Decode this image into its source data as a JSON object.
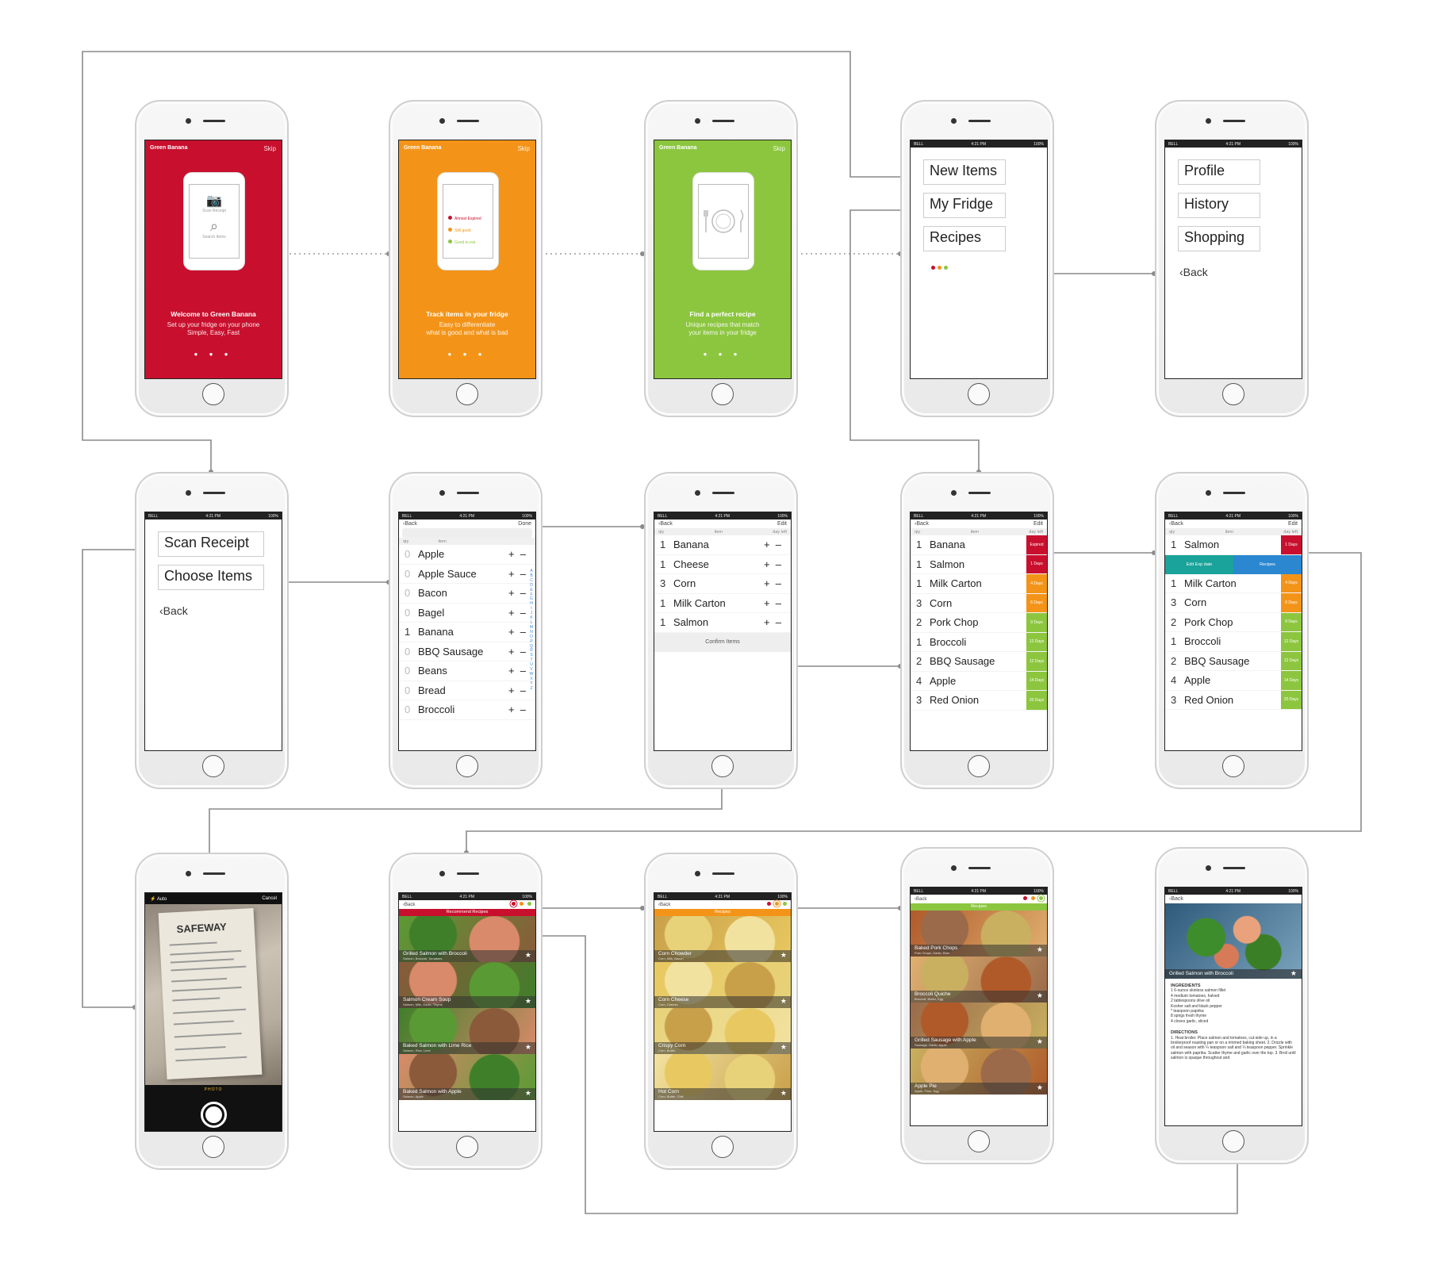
{
  "colors": {
    "red": "#c8102e",
    "orange": "#f39419",
    "green": "#8cc63f",
    "blue": "#2a87d0",
    "teal": "#1aa39a",
    "wire": "#8a8a8a"
  },
  "onboarding": [
    {
      "brand": "Green Banana",
      "skip": "Skip",
      "title": "Welcome to Green Banana",
      "sub1": "Set up your fridge on your phone",
      "sub2": "Simple, Easy, Fast",
      "mini": [
        "Scan Receipt",
        "Search Items"
      ]
    },
    {
      "brand": "Green Banana",
      "skip": "Skip",
      "title": "Track items in your fridge",
      "sub1": "Easy to differentiate",
      "sub2": "what is good and what is bad",
      "mini": [
        "Almost Expired",
        "Still good",
        "Good to eat"
      ]
    },
    {
      "brand": "Green Banana",
      "skip": "Skip",
      "title": "Find a perfect recipe",
      "sub1": "Unique recipes that match",
      "sub2": "your items in your fridge",
      "mini": []
    }
  ],
  "status": {
    "carrier": "BELL",
    "time": "4:21 PM",
    "battery": "100%"
  },
  "main_menu": {
    "items": [
      "New Items",
      "My Fridge",
      "Recipes"
    ]
  },
  "profile_menu": {
    "items": [
      "Profile",
      "History",
      "Shopping"
    ],
    "back": "Back"
  },
  "add_menu": {
    "items": [
      "Scan Receipt",
      "Choose Items"
    ],
    "back": "Back"
  },
  "choose_items": {
    "back": "Back",
    "done": "Done",
    "col_qty": "qty",
    "col_item": "item",
    "rows": [
      {
        "q": "0",
        "n": "Apple"
      },
      {
        "q": "0",
        "n": "Apple Sauce"
      },
      {
        "q": "0",
        "n": "Bacon"
      },
      {
        "q": "0",
        "n": "Bagel"
      },
      {
        "q": "1",
        "n": "Banana"
      },
      {
        "q": "0",
        "n": "BBQ Sausage"
      },
      {
        "q": "0",
        "n": "Beans"
      },
      {
        "q": "0",
        "n": "Bread"
      },
      {
        "q": "0",
        "n": "Broccoli"
      }
    ],
    "alphabet": "ABCDEFGHIJKLMNOPQRSTUVWXYZ"
  },
  "confirm_items": {
    "back": "Back",
    "edit": "Edit",
    "col_qty": "qty",
    "col_item": "item",
    "col_days": "day left",
    "confirm": "Confirm Items",
    "rows": [
      {
        "q": "1",
        "n": "Banana"
      },
      {
        "q": "1",
        "n": "Cheese"
      },
      {
        "q": "3",
        "n": "Corn"
      },
      {
        "q": "1",
        "n": "Milk Carton"
      },
      {
        "q": "1",
        "n": "Salmon"
      }
    ]
  },
  "my_fridge": {
    "back": "Back",
    "edit": "Edit",
    "col_qty": "qty",
    "col_item": "item",
    "col_days": "day left",
    "rows": [
      {
        "q": "1",
        "n": "Banana",
        "d": "Expired",
        "c": "red"
      },
      {
        "q": "1",
        "n": "Salmon",
        "d": "1 Days",
        "c": "red"
      },
      {
        "q": "1",
        "n": "Milk Carton",
        "d": "4 Days",
        "c": "orange"
      },
      {
        "q": "3",
        "n": "Corn",
        "d": "6 Days",
        "c": "orange"
      },
      {
        "q": "2",
        "n": "Pork Chop",
        "d": "9 Days",
        "c": "green"
      },
      {
        "q": "1",
        "n": "Broccoli",
        "d": "12 Days",
        "c": "green"
      },
      {
        "q": "2",
        "n": "BBQ Sausage",
        "d": "12 Days",
        "c": "green"
      },
      {
        "q": "4",
        "n": "Apple",
        "d": "14 Days",
        "c": "green"
      },
      {
        "q": "3",
        "n": "Red Onion",
        "d": "20 Days",
        "c": "green"
      }
    ]
  },
  "fridge_swipe": {
    "back": "Back",
    "edit": "Edit",
    "col_qty": "qty",
    "col_item": "item",
    "col_days": "day left",
    "first": {
      "q": "1",
      "n": "Salmon",
      "d": "1 Days"
    },
    "actions": [
      "Edit Exp date",
      "Recipes"
    ],
    "rows": [
      {
        "q": "1",
        "n": "Milk Carton",
        "d": "4 Days",
        "c": "orange"
      },
      {
        "q": "3",
        "n": "Corn",
        "d": "6 Days",
        "c": "orange"
      },
      {
        "q": "2",
        "n": "Pork Chop",
        "d": "9 Days",
        "c": "green"
      },
      {
        "q": "1",
        "n": "Broccoli",
        "d": "12 Days",
        "c": "green"
      },
      {
        "q": "2",
        "n": "BBQ Sausage",
        "d": "12 Days",
        "c": "green"
      },
      {
        "q": "4",
        "n": "Apple",
        "d": "14 Days",
        "c": "green"
      },
      {
        "q": "3",
        "n": "Red Onion",
        "d": "20 Days",
        "c": "green"
      }
    ]
  },
  "camera": {
    "flash": "Auto",
    "cancel": "Cancel",
    "store": "SAFEWAY",
    "mode": "PHOTO"
  },
  "recipes": [
    {
      "back": "Back",
      "tab": "Recommend Recipes",
      "color": "red",
      "cards": [
        {
          "t": "Grilled Salmon with Broccoli",
          "s": "Salmon, Broccoli, Tomatoes"
        },
        {
          "t": "Salmon Cream Soup",
          "s": "Salmon, Milk, Garlic, Thyme"
        },
        {
          "t": "Baked Salmon with Lime Rice",
          "s": "Salmon, Rice, Lime"
        },
        {
          "t": "Baked Salmon with Apple",
          "s": "Salmon, Apple"
        }
      ]
    },
    {
      "back": "Back",
      "tab": "Recipes",
      "color": "orange",
      "cards": [
        {
          "t": "Corn Chowder",
          "s": "Corn, Milk, Bacon"
        },
        {
          "t": "Corn Cheese",
          "s": "Corn, Cheese"
        },
        {
          "t": "Crispy Corn",
          "s": "Corn, Butter"
        },
        {
          "t": "Hot Corn",
          "s": "Corn, Butter, Chili"
        }
      ]
    },
    {
      "back": "Back",
      "tab": "Recipes",
      "color": "green",
      "cards": [
        {
          "t": "Baked Pork Chops",
          "s": "Pork Chops, Garlic, Rice"
        },
        {
          "t": "Broccoli Quiche",
          "s": "Broccoli, Butter, Egg"
        },
        {
          "t": "Grilled Sausage with Apple",
          "s": "Sausage, Garlic, Apple"
        },
        {
          "t": "Apple Pie",
          "s": "Apple, Flour, Egg"
        }
      ]
    }
  ],
  "recipe_detail": {
    "back": "Back",
    "title": "Grilled Salmon with Broccoli",
    "ingredients_h": "INGREDIENTS",
    "ingredients": [
      "1  6-ounce skinless salmon fillet",
      "4  medium tomatoes, halved",
      "2  tablespoons olive oil",
      "   Kosher salt and black pepper",
      "*  teaspoon paprika",
      "8  sprigs fresh thyme",
      "4  cloves garlic, sliced"
    ],
    "directions_h": "DIRECTIONS",
    "directions": "1. Heat broiler. Place salmon and tomatoes, cut-side up, in a broilerproof roasting pan or on a rimmed baking sheet. 2. Drizzle with oil and season with ¼ teaspoon salt and ¼ teaspoon pepper. Sprinkle salmon with paprika. Scatter thyme and garlic over the top. 3. Broil until salmon is opaque throughout and"
  }
}
